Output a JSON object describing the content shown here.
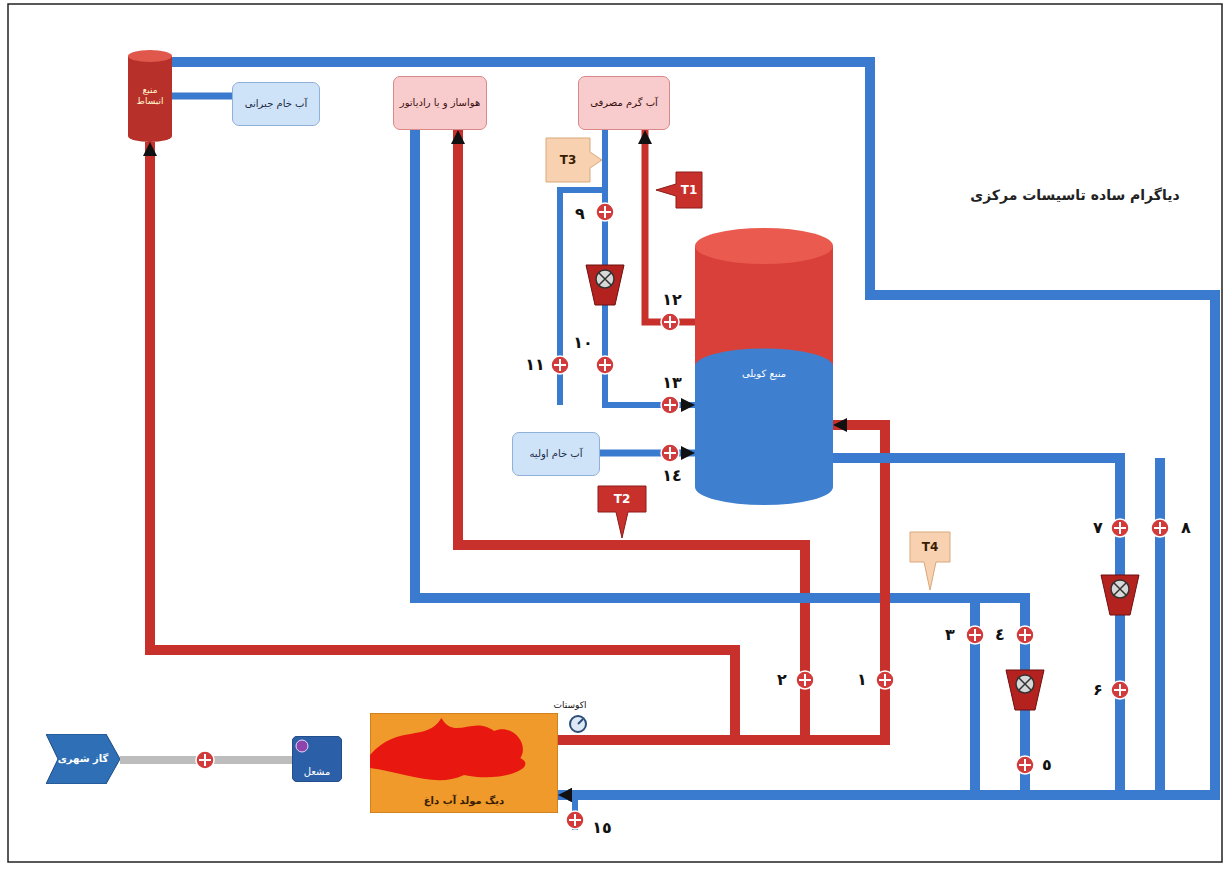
{
  "diagram": {
    "title": "دیاگرام ساده تاسیسات مرکزی",
    "nodes": [
      {
        "text": [
          "منبع انبساط"
        ]
      },
      {
        "text": [
          "آب خام جبرانی"
        ]
      },
      {
        "text": [
          "هواساز و یا رادیاتور"
        ]
      },
      {
        "text": [
          "آب گرم مصرفی"
        ]
      },
      {
        "text": [
          "منبع کویلی"
        ]
      },
      {
        "text": [
          "آب خام اولیه"
        ]
      },
      {
        "text": [
          "گاز شهری"
        ]
      },
      {
        "text": [
          "مشعل"
        ]
      },
      {
        "text": [
          "دیگ مولد آب داغ"
        ]
      }
    ],
    "edges": [
      {
        "from": 1,
        "to": 0,
        "arrow": "none"
      },
      {
        "from": 0,
        "to": 8,
        "arrow": "to"
      },
      {
        "from": 8,
        "to": 2,
        "arrow": "to"
      },
      {
        "from": 2,
        "to": 8,
        "arrow": "to"
      },
      {
        "from": 8,
        "to": 4,
        "arrow": "to"
      },
      {
        "from": 4,
        "to": 8,
        "arrow": "to"
      },
      {
        "from": 4,
        "to": 3,
        "arrow": "to"
      },
      {
        "from": 3,
        "to": 4,
        "arrow": "to"
      },
      {
        "from": 5,
        "to": 4,
        "arrow": "to"
      },
      {
        "from": 8,
        "to": 0,
        "arrow": "to"
      },
      {
        "from": 6,
        "to": 7,
        "arrow": "none"
      }
    ],
    "labels": [
      "اکوستات",
      "T1",
      "T2",
      "T3",
      "T4",
      "۱",
      "۲",
      "۳",
      "٤",
      "٥",
      "۶",
      "۷",
      "۸",
      "۹",
      "۱۰",
      "۱۱",
      "۱۲",
      "۱۳",
      "۱٤",
      "۱٥"
    ]
  }
}
